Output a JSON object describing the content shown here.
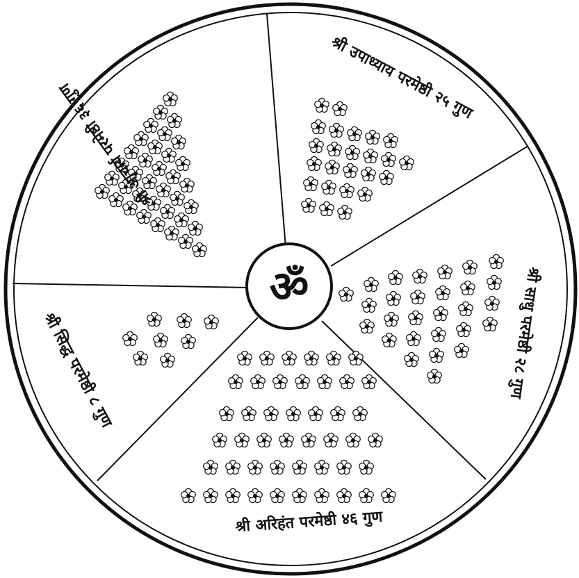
{
  "center": {
    "symbol": "ॐ"
  },
  "sectors": [
    {
      "id": "arihant",
      "label": "श्री अरिहंत परमेष्ठी ४६ गुण",
      "flower_count": 46
    },
    {
      "id": "siddha",
      "label": "श्री सिद्ध परमेष्ठी ८ गुण",
      "flower_count": 8
    },
    {
      "id": "acharya",
      "label": "श्री आचार्य परमेष्ठी ३६ गुण",
      "flower_count": 36
    },
    {
      "id": "upadhyay",
      "label": "श्री उपाध्याय परमेष्ठी २५ गुण",
      "flower_count": 25
    },
    {
      "id": "sadhu",
      "label": "श्री साधु परमेष्ठी २८ गुण",
      "flower_count": 28
    }
  ],
  "colors": {
    "ink": "#111111",
    "paper": "#ffffff"
  }
}
